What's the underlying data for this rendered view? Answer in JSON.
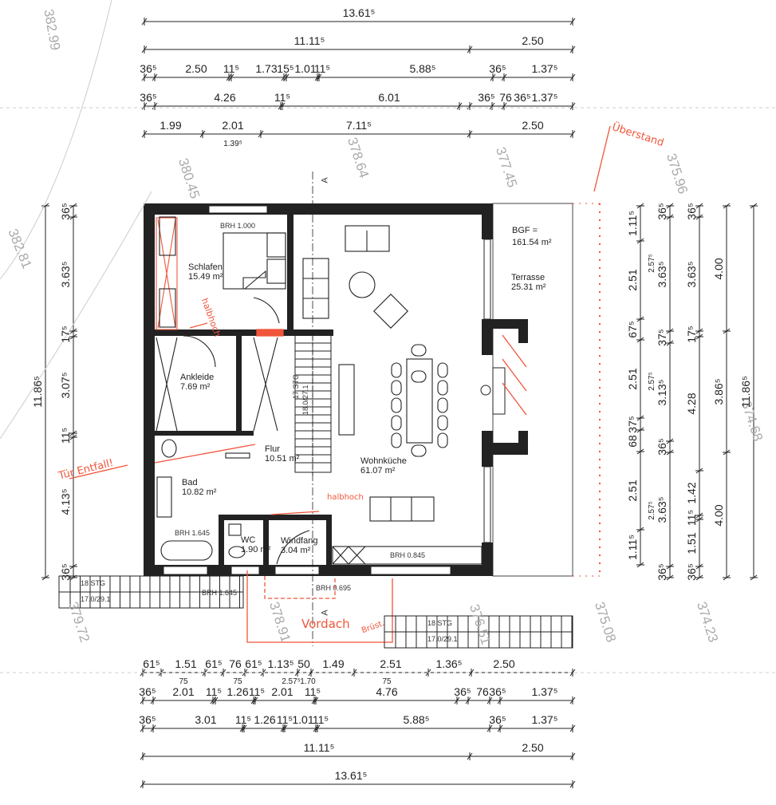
{
  "dims": {
    "top": {
      "r1": [
        "13.61⁵"
      ],
      "r2": [
        "11.11⁵",
        "2.50"
      ],
      "r3": [
        "36⁵",
        "2.50",
        "11⁵",
        "1.73",
        "15⁵",
        "1.01",
        "11⁵",
        "5.88⁵",
        "36⁵",
        "1.37⁵"
      ],
      "r4": [
        "36⁵",
        "4.26",
        "11⁵",
        "6.01",
        "36⁵",
        "76",
        "36⁵",
        "1.37⁵"
      ],
      "r5": [
        "1.99",
        "2.01",
        "7.11⁵",
        "2.50"
      ],
      "r5_sub": [
        "1.39⁵"
      ]
    },
    "bottom": {
      "r1": [
        "61⁵",
        "1.51",
        "61⁵",
        "76",
        "61⁵",
        "1.13⁵",
        "50",
        "1.49",
        "2.51",
        "1.36⁵",
        "2.50"
      ],
      "r2": [
        "36⁵",
        "2.01",
        "11⁵",
        "1.26",
        "11⁵",
        "2.01",
        "11⁵",
        "4.76",
        "36⁵",
        "76",
        "36⁵",
        "1.37⁵"
      ],
      "r2_small": [
        "75",
        "75",
        "2.57⁵",
        "1.70",
        "75"
      ],
      "r3": [
        "36⁵",
        "3.01",
        "11⁵",
        "1.26",
        "11⁵",
        "1.01",
        "11⁵",
        "5.88⁵",
        "36⁵",
        "1.37⁵"
      ],
      "r4": [
        "11.11⁵",
        "2.50"
      ],
      "r5": [
        "13.61⁵"
      ]
    },
    "right": {
      "c1": [
        "1.11⁵",
        "2.51",
        "67⁵",
        "2.51",
        "37⁵",
        "68",
        "2.51",
        "1.11⁵"
      ],
      "c2": [
        "36⁵",
        "3.63⁵",
        "37⁵",
        "3.13⁵",
        "36⁵",
        "3.63⁵",
        "36⁵"
      ],
      "c2_small": [
        "2.57⁵",
        "2.57⁵",
        "2.57⁵"
      ],
      "c3": [
        "36⁵",
        "3.63⁵",
        "17⁵",
        "4.28",
        "1.42",
        "11⁵",
        "1.51",
        "36⁵"
      ],
      "c4": [
        "4.00",
        "3.86⁵",
        "4.00"
      ],
      "c5": [
        "11.86⁵"
      ]
    },
    "left": {
      "c1": [
        "11.86⁵"
      ],
      "c2": [
        "36⁵",
        "3.63⁵",
        "17⁵",
        "3.07⁵",
        "11⁵",
        "4.13⁵",
        "36⁵"
      ]
    }
  },
  "rooms": {
    "schlafen": {
      "name": "Schlafen",
      "area": "15.49 m²"
    },
    "ankleide": {
      "name": "Ankleide",
      "area": "7.69 m²"
    },
    "bad": {
      "name": "Bad",
      "area": "10.82 m²"
    },
    "wc": {
      "name": "WC",
      "area": "1.90 m²"
    },
    "windfang": {
      "name": "Windfang",
      "area": "3.04 m²"
    },
    "flur": {
      "name": "Flur",
      "area": "10.51 m²"
    },
    "wohnkueche": {
      "name": "Wohnküche",
      "area": "61.07 m²"
    },
    "bgf": {
      "name": "BGF =",
      "area": "161.54 m²"
    },
    "terrasse": {
      "name": "Terrasse",
      "area": "25.31 m²"
    }
  },
  "brh": [
    "BRH 1.000",
    "BRH 1.645",
    "BRH 0.845",
    "BRH 0.695",
    "BRH 1.645"
  ],
  "stairs": {
    "inner": [
      "17 STG",
      "18.0/27.1"
    ],
    "left": [
      "18 STG",
      "17.0/29.1"
    ],
    "right": [
      "18 STG",
      "17.0/29.1"
    ]
  },
  "section_marks": [
    "A",
    "A"
  ],
  "annotations": [
    "Überstand",
    "halbhoch",
    "Tür Entfall!",
    "halbhoch",
    "Vordach",
    "Brüst."
  ],
  "elevations": [
    "382.99",
    "380.45",
    "378.64",
    "377.45",
    "375.96",
    "382.81",
    "379.72",
    "378.91",
    "376.51",
    "375.08",
    "374.23",
    "374.68"
  ],
  "colors": {
    "wall": "#222222",
    "annotation": "#f0553a",
    "elevation": "#aaaaaa"
  }
}
